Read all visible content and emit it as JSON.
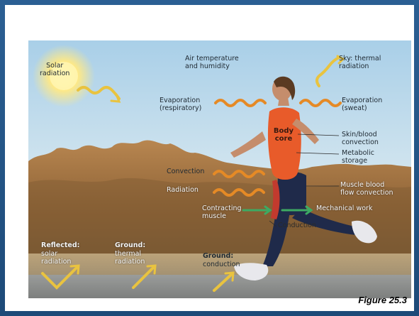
{
  "labels": {
    "solar_radiation": "Solar\nradiation",
    "air_temperature": "Air temperature\nand humidity",
    "sky_thermal": "Sky: thermal\nradiation",
    "evap_resp": "Evaporation\n(respiratory)",
    "evap_sweat": "Evaporation\n(sweat)",
    "body_core": "Body\ncore",
    "skin_blood": "Skin/blood\nconvection",
    "metabolic_storage": "Metabolic\nstorage",
    "convection": "Convection",
    "radiation": "Radiation",
    "muscle_blood": "Muscle blood\nflow convection",
    "contracting_muscle": "Contracting\nmuscle",
    "mechanical_work": "Mechanical work",
    "conduction": "Conduction",
    "reflected": "Reflected:",
    "reflected_sub": "solar\nradiation",
    "ground_thermal": "Ground:",
    "ground_thermal_sub": "thermal\nradiation",
    "ground_conduction": "Ground:",
    "ground_conduction_sub": "conduction"
  },
  "caption": "Figure 25.3",
  "colors": {
    "frame": "#2b5f93",
    "sky_top": "#a9cfe8",
    "sky_bottom": "#e7eef0",
    "foliage": "#a9753f",
    "ground": "#8d8f8d",
    "arrow_orange": "#e58a26",
    "arrow_yellow": "#e9c33f",
    "arrow_green": "#3daa63",
    "body_core": "#e85b2a",
    "legs": "#1f2a4a"
  }
}
